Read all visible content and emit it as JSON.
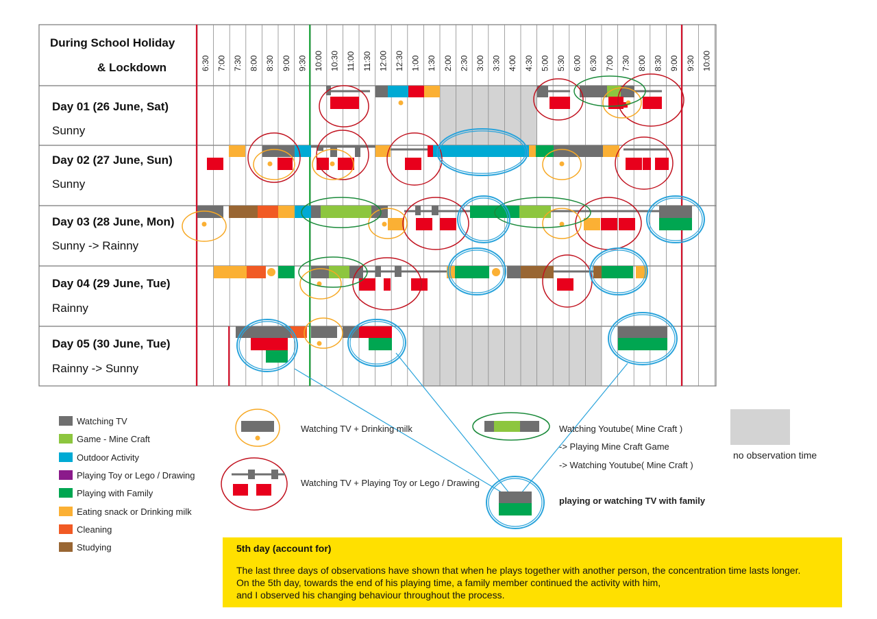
{
  "header": {
    "title_line1": "During School Holiday",
    "title_line2": "& Lockdown"
  },
  "time_labels": [
    "6:30",
    "7:00",
    "7:30",
    "8:00",
    "8:30",
    "9:00",
    "9:30",
    "10:00",
    "10:30",
    "11:00",
    "11:30",
    "12:00",
    "12:30",
    "1:00",
    "1:30",
    "2:00",
    "2:30",
    "3:00",
    "3:30",
    "4:00",
    "4:30",
    "5:00",
    "5:30",
    "6:00",
    "6:30",
    "7:00",
    "7:30",
    "8:00",
    "8:30",
    "9:00",
    "9:30",
    "10:00"
  ],
  "days": [
    {
      "title": "Day 01 (26 June, Sat)",
      "weather": "Sunny"
    },
    {
      "title": "Day 02 (27 June, Sun)",
      "weather": "Sunny"
    },
    {
      "title": "Day 03 (28 June, Mon)",
      "weather": "Sunny -> Rainny"
    },
    {
      "title": "Day 04 (29 June, Tue)",
      "weather": "Rainny"
    },
    {
      "title": "Day 05 (30 June, Tue)",
      "weather": "Rainny -> Sunny"
    }
  ],
  "colors": {
    "tv": "#6f6f6f",
    "game": "#8dc63f",
    "outdoor": "#00aad4",
    "toy": "#8b1a8b",
    "family": "#00a651",
    "snack": "#fbb034",
    "cleaning": "#f15a24",
    "studying": "#996633",
    "toy_red": "#e8001c",
    "no_obs": "#d3d3d3",
    "circle_milk": "#f7a823",
    "circle_toy": "#c1121f",
    "circle_youtube": "#1a8a3a",
    "circle_family": "#29a3db",
    "note_bg": "#ffe000"
  },
  "legend": [
    {
      "label": "Watching TV",
      "color": "#6f6f6f"
    },
    {
      "label": "Game - Mine Craft",
      "color": "#8dc63f"
    },
    {
      "label": "Outdoor Activity",
      "color": "#00aad4"
    },
    {
      "label": "Playing Toy or Lego / Drawing",
      "color": "#8b1a8b"
    },
    {
      "label": "Playing with Family",
      "color": "#00a651"
    },
    {
      "label": "Eating snack or Drinking milk",
      "color": "#fbb034"
    },
    {
      "label": "Cleaning",
      "color": "#f15a24"
    },
    {
      "label": "Studying",
      "color": "#996633"
    }
  ],
  "annotations": {
    "milk": "Watching TV + Drinking milk",
    "toy": "Watching TV + Playing Toy or Lego / Drawing",
    "youtube_1": "Watching Youtube( Mine Craft )",
    "youtube_2": "-> Playing Mine Craft Game",
    "youtube_3": "-> Watching Youtube( Mine Craft )",
    "family": "playing or watching TV with family",
    "no_obs": "no observation time"
  },
  "note": {
    "title": "5th day (account for)",
    "line1": "The last three days of observations have shown that when he plays together with another person, the concentration time lasts longer.",
    "line2": "On the 5th day, towards the end of his playing time, a family member continued the activity with him,",
    "line3": "and I observed his changing behaviour throughout the process."
  }
}
